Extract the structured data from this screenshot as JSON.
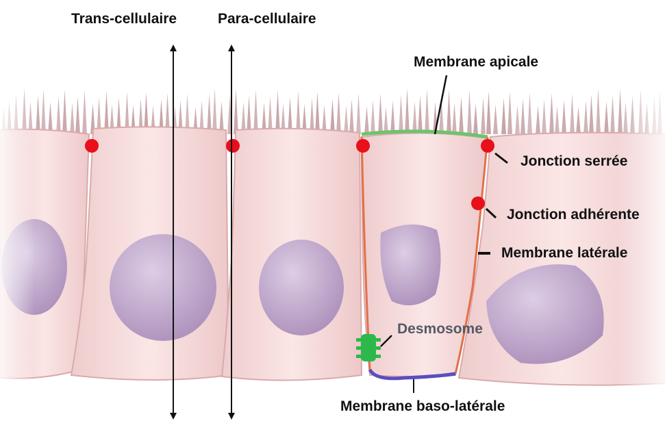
{
  "labels": {
    "trans_cellulaire": "Trans-cellulaire",
    "para_cellulaire": "Para-cellulaire",
    "membrane_apicale": "Membrane apicale",
    "jonction_serree": "Jonction serrée",
    "jonction_adherente": "Jonction adhérente",
    "membrane_laterale": "Membrane latérale",
    "desmosome": "Desmosome",
    "membrane_baso_laterale": "Membrane baso-latérale"
  },
  "colors": {
    "cell_fill": "#f6d9d9",
    "cell_edge": "#d9aaab",
    "nucleus": "#c4a8cc",
    "microvilli": "#c7a3a6",
    "apical_membrane": "#6cc46c",
    "lateral_membrane": "#e2704a",
    "baso_lateral_membrane": "#5a4ec0",
    "junction_dot": "#e8101a",
    "desmosome": "#2db84c",
    "arrow": "#111111"
  }
}
